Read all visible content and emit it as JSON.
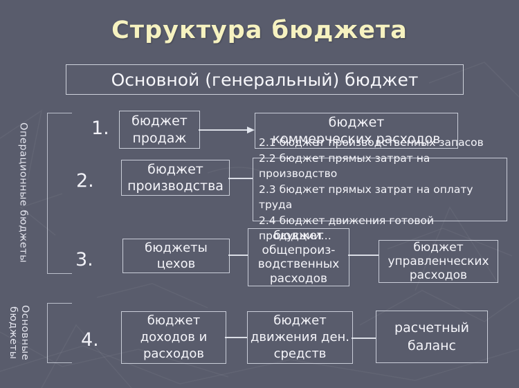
{
  "slide": {
    "title": "Структура бюджета",
    "header": {
      "label": "Основной (генеральный) бюджет"
    },
    "side_labels": {
      "operational": "Операционные бюджеты",
      "main": "Основные бюджеты"
    },
    "rows": [
      {
        "number": "1.",
        "boxes": [
          {
            "name": "sales-budget",
            "lines": [
              "бюджет",
              "продаж"
            ]
          },
          {
            "name": "commercial-expenses-budget",
            "lines": [
              "бюджет",
              "коммерческих расходов"
            ]
          }
        ]
      },
      {
        "number": "2.",
        "boxes": [
          {
            "name": "production-budget",
            "lines": [
              "бюджет",
              "производства"
            ]
          },
          {
            "name": "production-sub-budgets",
            "lines": [
              "2.1 бюджет производственных запасов",
              "2.2 бюджет прямых затрат на производство",
              "2.3 бюджет прямых затрат на оплату труда",
              "2.4 бюджет движения готовой продукции…"
            ]
          }
        ]
      },
      {
        "number": "3.",
        "boxes": [
          {
            "name": "shop-budgets",
            "lines": [
              "бюджеты",
              "цехов"
            ]
          },
          {
            "name": "general-production-expenses-budget",
            "lines": [
              "бюджет",
              "общепроиз-",
              "водственных",
              "расходов"
            ]
          },
          {
            "name": "administrative-expenses-budget",
            "lines": [
              "бюджет",
              "управленческих",
              "расходов"
            ]
          }
        ]
      },
      {
        "number": "4.",
        "boxes": [
          {
            "name": "income-expenses-budget",
            "lines": [
              "бюджет",
              "доходов и",
              "расходов"
            ]
          },
          {
            "name": "cash-flow-budget",
            "lines": [
              "бюджет",
              "движения ден.",
              "средств"
            ]
          },
          {
            "name": "settlement-balance",
            "lines": [
              "расчетный",
              "баланс"
            ]
          }
        ]
      }
    ],
    "colors": {
      "background": "#595c6c",
      "title": "#f6f2c0",
      "box_border": "#dee2ec",
      "box_text": "#f5f5fa"
    }
  }
}
